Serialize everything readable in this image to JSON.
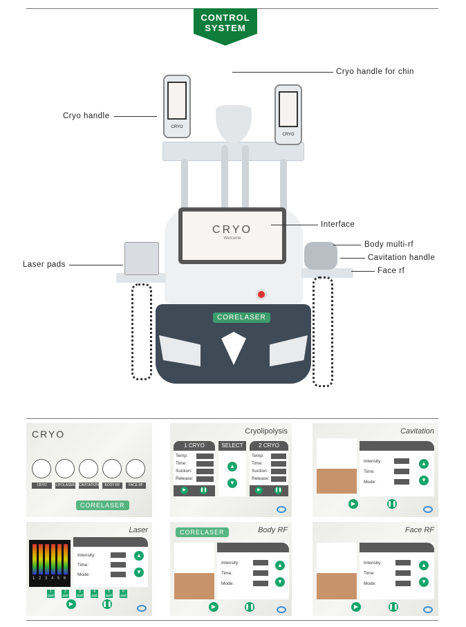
{
  "header": {
    "banner_line1": "CONTROL",
    "banner_line2": "SYSTEM"
  },
  "machine": {
    "screen_brand": "CRYO",
    "screen_sub": "Welcome",
    "handle_brand": "CRYO",
    "watermark": "CORELASER",
    "labels": {
      "cryo_chin": "Cryo handle for chin",
      "cryo_handle": "Cryo handle",
      "interface": "Interface",
      "body_multi_rf": "Body multi-rf",
      "cavitation_handle": "Cavitation handle",
      "face_rf": "Face rf",
      "laser_pads": "Laser pads"
    }
  },
  "screens": {
    "home": {
      "logo": "CRYO",
      "buttons": [
        "CRYO",
        "LIPOLASER",
        "CAVITATION",
        "BODY RF",
        "FACE RF"
      ],
      "watermark": "CORELASER"
    },
    "cryolipolysis": {
      "title": "Cryolipolysis",
      "left_header": "1  CRYO",
      "select": "SELECT",
      "right_header": "2  CRYO",
      "fields": [
        "Temp:",
        "Time:",
        "Suction:",
        "Release:"
      ]
    },
    "cavitation": {
      "title": "Cavitation",
      "fields": [
        "Intensity:",
        "Time:",
        "Mode:"
      ]
    },
    "laser": {
      "title": "Laser",
      "fields": [
        "Intensity:",
        "Time:",
        "Mode:"
      ],
      "channels": [
        "1",
        "2",
        "3",
        "4",
        "5",
        "6"
      ],
      "pads": [
        "1",
        "2",
        "3",
        "4",
        "5",
        "6"
      ],
      "pad_sub": "pad"
    },
    "body_rf": {
      "title": "Body RF",
      "fields": [
        "Intensity:",
        "Time:",
        "Mode:"
      ],
      "watermark": "CORELASER"
    },
    "face_rf": {
      "title": "Face RF",
      "fields": [
        "Intensity:",
        "Time:",
        "Mode:"
      ]
    }
  },
  "colors": {
    "banner": "#0f7c3c",
    "accent": "#17a46b",
    "bar": "#595959"
  }
}
